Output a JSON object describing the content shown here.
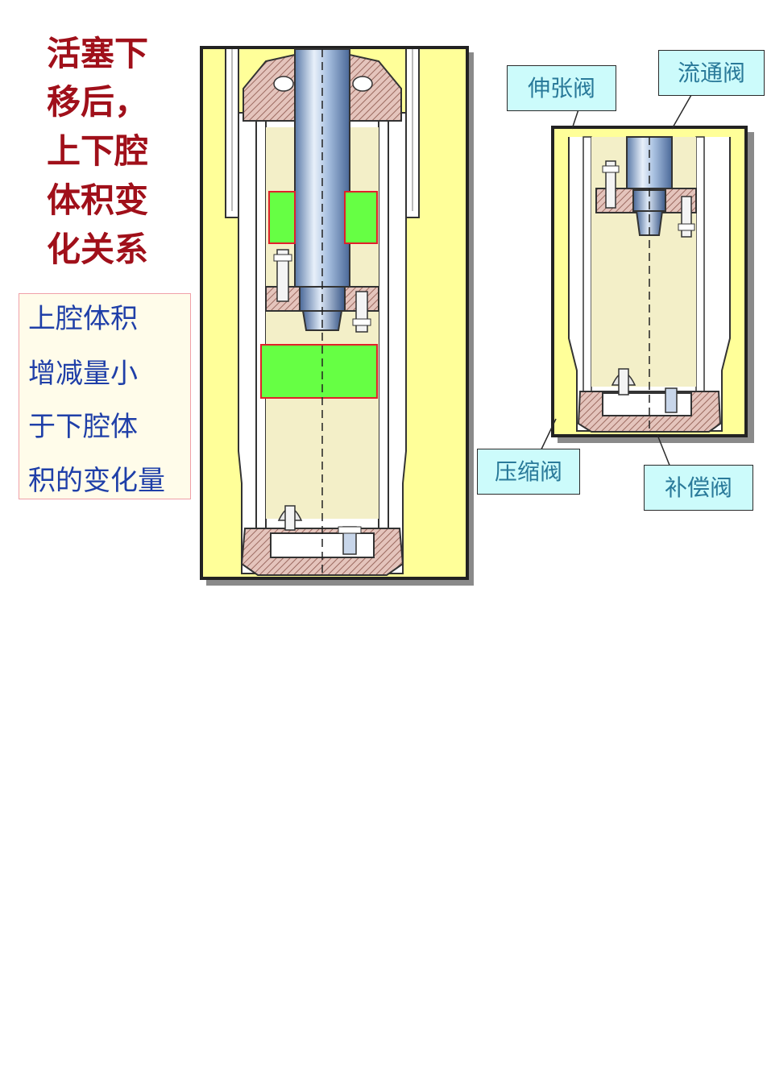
{
  "title": {
    "lines": [
      "活塞下",
      "移后，",
      "上下腔",
      "体积变",
      "化关系"
    ],
    "color": "#a0101a"
  },
  "note": {
    "lines": [
      "上腔体积",
      "增减量小",
      "于下腔体",
      "积的变化量"
    ],
    "color": "#1f3fa8",
    "border_color": "#f0a0a8"
  },
  "callouts": {
    "rebound_valve": "伸张阀",
    "flow_valve": "流通阀",
    "compression_valve": "压缩阀",
    "compensation_valve": "补偿阀"
  },
  "colors": {
    "frame_bg": "#ffff99",
    "fluid": "#f3efc8",
    "volume_highlight": "#66ff44",
    "highlight_border": "#e0202a",
    "rod": "#9cb8dc",
    "hatch": "#c89a90",
    "callout_bg": "#ccfbfb",
    "callout_text": "#2a7a9a"
  }
}
